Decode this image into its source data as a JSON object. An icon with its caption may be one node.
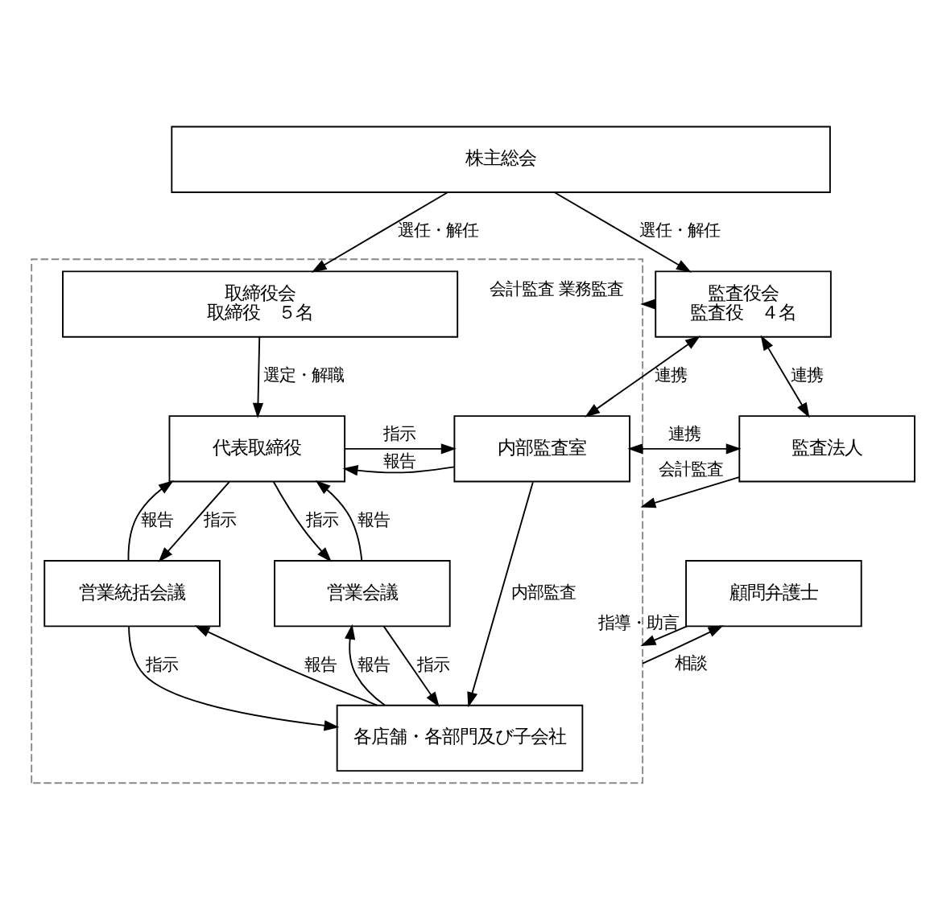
{
  "diagram": {
    "nodes": [
      {
        "text": [
          "株主総会"
        ]
      },
      {
        "text": [],
        "shape": "box"
      },
      {
        "text": [
          "取締役会",
          "取締役　５名"
        ],
        "in": 1
      },
      {
        "text": [
          "監査役会",
          "監査役　４名"
        ]
      },
      {
        "text": [
          "代表取締役"
        ],
        "in": 1
      },
      {
        "text": [
          "内部監査室"
        ],
        "in": 1
      },
      {
        "text": [
          "監査法人"
        ]
      },
      {
        "text": [
          "営業統括会議"
        ],
        "in": 1
      },
      {
        "text": [
          "営業会議"
        ],
        "in": 1
      },
      {
        "text": [
          "各店舗・各部門及び子会社"
        ],
        "in": 1
      },
      {
        "text": [
          "顧問弁護士"
        ]
      }
    ],
    "edges": [
      {
        "from": 0,
        "to": 2,
        "arrow": "to",
        "label": "選任・解任"
      },
      {
        "from": 0,
        "to": 3,
        "arrow": "to",
        "label": "選任・解任"
      },
      {
        "from": 3,
        "to": 1,
        "arrow": "to",
        "label": "会計監査 業務監査"
      },
      {
        "from": 2,
        "to": 4,
        "arrow": "to",
        "label": "選定・解職"
      },
      {
        "from": 4,
        "to": 5,
        "arrow": "to",
        "label": "指示"
      },
      {
        "from": 5,
        "to": 4,
        "arrow": "to",
        "label": "報告"
      },
      {
        "from": 3,
        "to": 5,
        "arrow": "both",
        "label": "連携"
      },
      {
        "from": 3,
        "to": 6,
        "arrow": "both",
        "label": "連携"
      },
      {
        "from": 6,
        "to": 1,
        "arrow": "to",
        "label": "会計監査"
      },
      {
        "from": 5,
        "to": 6,
        "arrow": "both",
        "label": "連携"
      },
      {
        "from": 4,
        "to": 7,
        "arrow": "to",
        "label": "指示"
      },
      {
        "from": 7,
        "to": 4,
        "arrow": "to",
        "label": "報告"
      },
      {
        "from": 4,
        "to": 8,
        "arrow": "to",
        "label": "指示"
      },
      {
        "from": 8,
        "to": 4,
        "arrow": "to",
        "label": "報告"
      },
      {
        "from": 10,
        "to": 1,
        "arrow": "to",
        "label": "指導・助言"
      },
      {
        "from": 1,
        "to": 10,
        "arrow": "to",
        "label": "相談"
      },
      {
        "from": 7,
        "to": 9,
        "arrow": "to",
        "label": "指示"
      },
      {
        "from": 9,
        "to": 7,
        "arrow": "to",
        "label": "報告"
      },
      {
        "from": 8,
        "to": 9,
        "arrow": "to",
        "label": "指示"
      },
      {
        "from": 9,
        "to": 8,
        "arrow": "to",
        "label": "報告"
      },
      {
        "from": 5,
        "to": 9,
        "arrow": "to",
        "label": "内部監査"
      }
    ]
  }
}
